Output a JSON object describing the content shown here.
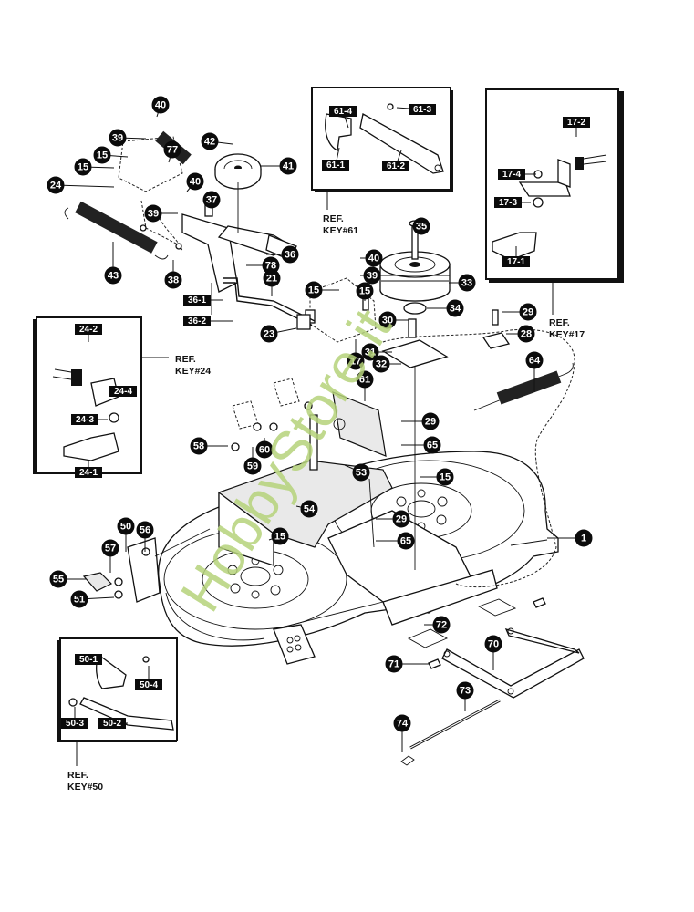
{
  "diagram": {
    "title": "Mower deck assembly – exploded parts view",
    "watermark": "HobbyStore.it",
    "watermark_color": "#b5d27a",
    "callouts": [
      {
        "id": "c40a",
        "label": "40"
      },
      {
        "id": "c39a",
        "label": "39"
      },
      {
        "id": "c77",
        "label": "77"
      },
      {
        "id": "c15a",
        "label": "15"
      },
      {
        "id": "c15b",
        "label": "15"
      },
      {
        "id": "c24",
        "label": "24"
      },
      {
        "id": "c42",
        "label": "42"
      },
      {
        "id": "c41",
        "label": "41"
      },
      {
        "id": "c40b",
        "label": "40"
      },
      {
        "id": "c39b",
        "label": "39"
      },
      {
        "id": "c37",
        "label": "37"
      },
      {
        "id": "c43",
        "label": "43"
      },
      {
        "id": "c38",
        "label": "38"
      },
      {
        "id": "c36",
        "label": "36"
      },
      {
        "id": "c78",
        "label": "78"
      },
      {
        "id": "c21",
        "label": "21"
      },
      {
        "id": "c23",
        "label": "23"
      },
      {
        "id": "c35",
        "label": "35"
      },
      {
        "id": "c40c",
        "label": "40"
      },
      {
        "id": "c39c",
        "label": "39"
      },
      {
        "id": "c15c",
        "label": "15"
      },
      {
        "id": "c15d",
        "label": "15"
      },
      {
        "id": "c33",
        "label": "33"
      },
      {
        "id": "c34",
        "label": "34"
      },
      {
        "id": "c30",
        "label": "30"
      },
      {
        "id": "c29a",
        "label": "29"
      },
      {
        "id": "c28",
        "label": "28"
      },
      {
        "id": "c31",
        "label": "31"
      },
      {
        "id": "c32",
        "label": "32"
      },
      {
        "id": "c17",
        "label": "17"
      },
      {
        "id": "c64",
        "label": "64"
      },
      {
        "id": "c61",
        "label": "61"
      },
      {
        "id": "c29b",
        "label": "29"
      },
      {
        "id": "c65a",
        "label": "65"
      },
      {
        "id": "c58",
        "label": "58"
      },
      {
        "id": "c60",
        "label": "60"
      },
      {
        "id": "c59",
        "label": "59"
      },
      {
        "id": "c53",
        "label": "53"
      },
      {
        "id": "c15e",
        "label": "15"
      },
      {
        "id": "c54",
        "label": "54"
      },
      {
        "id": "c29c",
        "label": "29"
      },
      {
        "id": "c65b",
        "label": "65"
      },
      {
        "id": "c15f",
        "label": "15"
      },
      {
        "id": "c1",
        "label": "1"
      },
      {
        "id": "c50",
        "label": "50"
      },
      {
        "id": "c56",
        "label": "56"
      },
      {
        "id": "c57",
        "label": "57"
      },
      {
        "id": "c55",
        "label": "55"
      },
      {
        "id": "c51",
        "label": "51"
      },
      {
        "id": "c72",
        "label": "72"
      },
      {
        "id": "c70",
        "label": "70"
      },
      {
        "id": "c71",
        "label": "71"
      },
      {
        "id": "c73",
        "label": "73"
      },
      {
        "id": "c74",
        "label": "74"
      }
    ],
    "tags": [
      {
        "id": "t36-1",
        "label": "36-1"
      },
      {
        "id": "t36-2",
        "label": "36-2"
      }
    ],
    "insets": {
      "key61": {
        "ref_line1": "REF.",
        "ref_line2": "KEY#61",
        "tags": [
          "61-4",
          "61-3",
          "61-1",
          "61-2"
        ]
      },
      "key17": {
        "ref_line1": "REF.",
        "ref_line2": "KEY#17",
        "tags": [
          "17-2",
          "17-4",
          "17-3",
          "17-1"
        ]
      },
      "key24": {
        "ref_line1": "REF.",
        "ref_line2": "KEY#24",
        "tags": [
          "24-2",
          "24-4",
          "24-3",
          "24-1"
        ]
      },
      "key50": {
        "ref_line1": "REF.",
        "ref_line2": "KEY#50",
        "tags": [
          "50-1",
          "50-4",
          "50-3",
          "50-2"
        ]
      }
    }
  }
}
